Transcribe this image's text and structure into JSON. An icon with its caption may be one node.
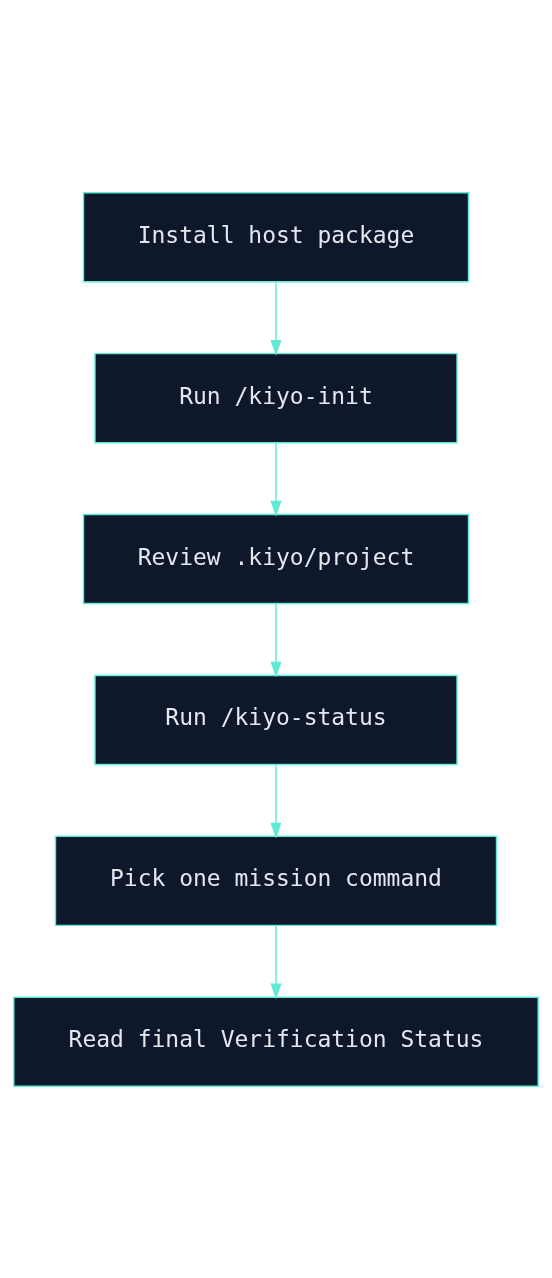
{
  "diagram": {
    "nodes": [
      {
        "text": [
          "Install host package"
        ]
      },
      {
        "text": [
          "Run /kiyo-init"
        ]
      },
      {
        "text": [
          "Review .kiyo/project"
        ]
      },
      {
        "text": [
          "Run /kiyo-status"
        ]
      },
      {
        "text": [
          "Pick one mission command"
        ]
      },
      {
        "text": [
          "Read final Verification Status"
        ]
      }
    ],
    "edges": [
      {
        "from": 0,
        "to": 1,
        "arrow": "to"
      },
      {
        "from": 1,
        "to": 2,
        "arrow": "to"
      },
      {
        "from": 2,
        "to": 3,
        "arrow": "to"
      },
      {
        "from": 3,
        "to": 4,
        "arrow": "to"
      },
      {
        "from": 4,
        "to": 5,
        "arrow": "to"
      }
    ]
  }
}
